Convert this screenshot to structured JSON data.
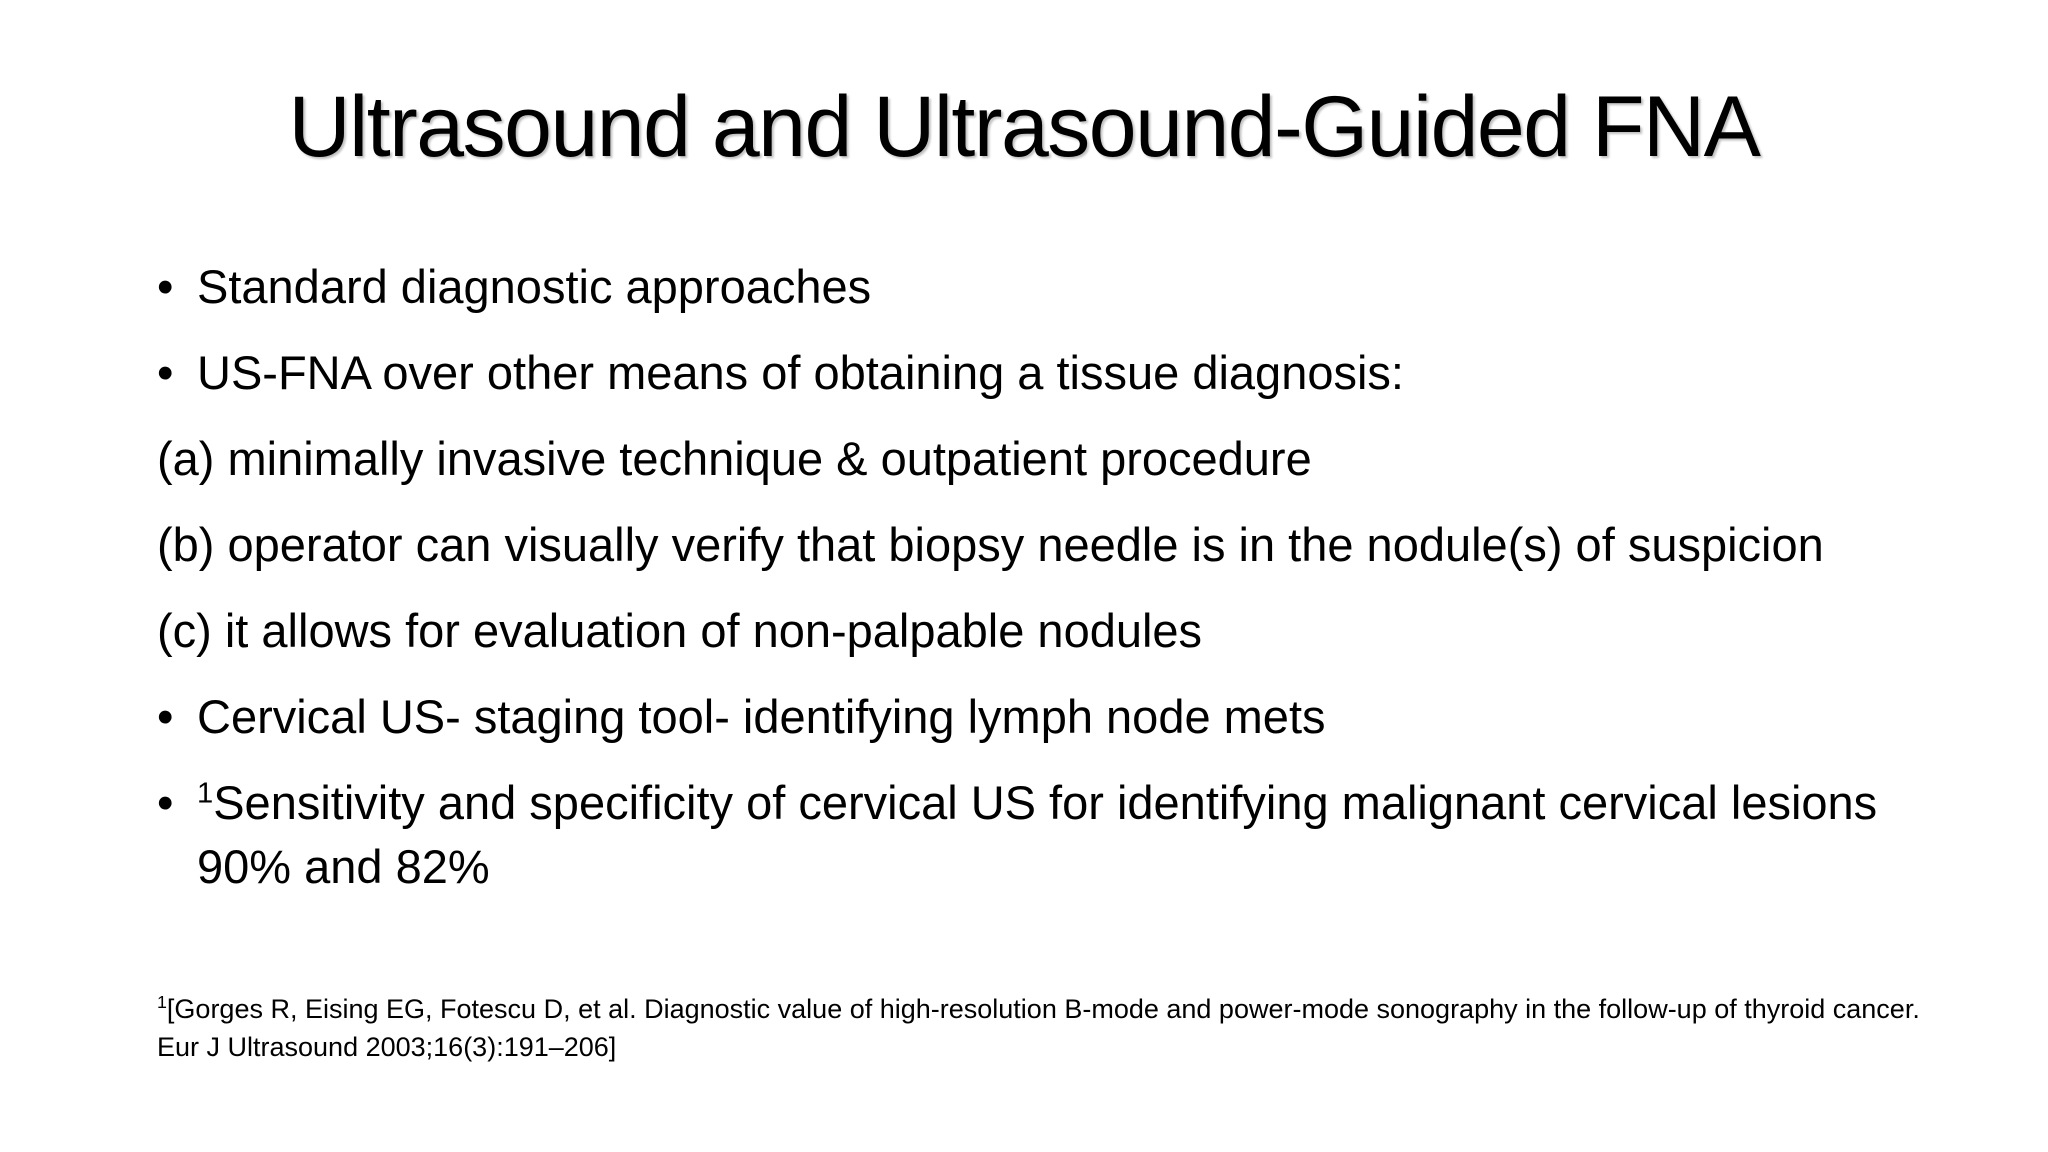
{
  "slide": {
    "title": "Ultrasound and Ultrasound-Guided FNA",
    "bullet_char": "•",
    "lines": [
      {
        "text": "Standard diagnostic approaches"
      },
      {
        "text": "US-FNA over other means of obtaining a tissue diagnosis:"
      },
      {
        "text": "(a) minimally invasive technique & outpatient procedure"
      },
      {
        "text": "(b) operator can visually verify that biopsy needle is in the nodule(s) of suspicion"
      },
      {
        "text": "(c) it allows for evaluation of non-palpable nodules"
      },
      {
        "text": "Cervical US- staging tool- identifying lymph node mets"
      },
      {
        "sup": "1",
        "text": "Sensitivity and specificity of cervical US for identifying malignant cervical lesions 90% and 82%"
      }
    ],
    "footnote": {
      "sup": "1",
      "text": "[Gorges R, Eising EG, Fotescu D, et al. Diagnostic value of high-resolution B-mode and power-mode sonography in the follow-up of thyroid cancer. Eur J Ultrasound 2003;16(3):191–206]"
    }
  }
}
